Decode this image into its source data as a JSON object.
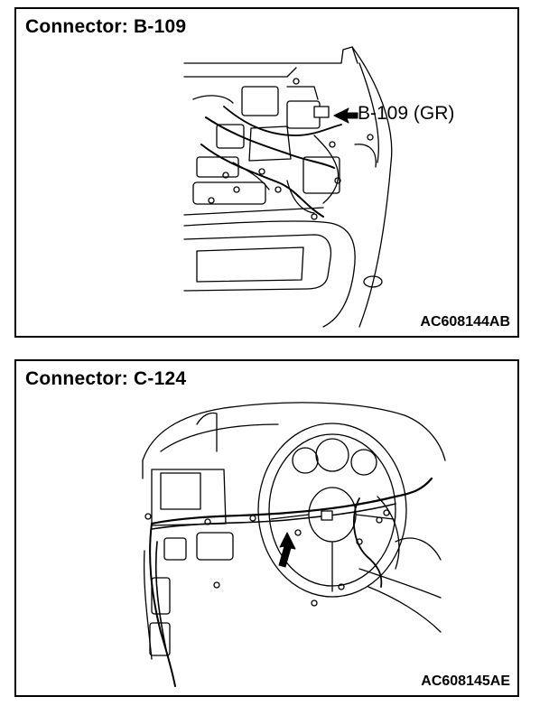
{
  "figures": [
    {
      "title": "Connector: B-109",
      "callout": "B-109 (GR)",
      "code": "AC608144AB",
      "illustration": "engine-compartment-harness"
    },
    {
      "title": "Connector: C-124",
      "code": "AC608145AE",
      "illustration": "instrument-panel-harness"
    }
  ]
}
